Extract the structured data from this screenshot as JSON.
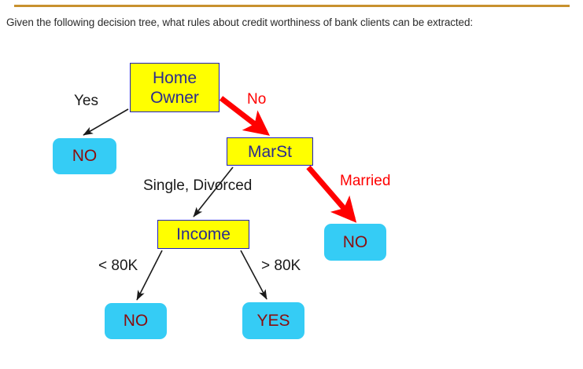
{
  "page": {
    "question": "Given the following decision tree, what rules about credit worthiness of bank clients can be extracted:",
    "divider_color": "#c8912e"
  },
  "colors": {
    "internal_node_fill": "#ffff00",
    "internal_node_border": "#2020c0",
    "internal_node_text": "#2b2b8f",
    "leaf_fill": "#35ccf5",
    "leaf_text": "#8b0d0d",
    "highlight_edge": "#ff0000",
    "normal_edge": "#1a1a1a"
  },
  "tree": {
    "title": "credit-worthiness-decision-tree",
    "nodes": [
      {
        "id": "home_owner",
        "label": "Home Owner",
        "type": "internal"
      },
      {
        "id": "marst",
        "label": "MarSt",
        "type": "internal"
      },
      {
        "id": "income",
        "label": "Income",
        "type": "internal"
      },
      {
        "id": "leaf_yes_no",
        "label": "NO",
        "type": "leaf"
      },
      {
        "id": "leaf_married_no",
        "label": "NO",
        "type": "leaf"
      },
      {
        "id": "leaf_low_no",
        "label": "NO",
        "type": "leaf"
      },
      {
        "id": "leaf_high_yes",
        "label": "YES",
        "type": "leaf"
      }
    ],
    "edges": [
      {
        "from": "home_owner",
        "to": "leaf_yes_no",
        "label": "Yes",
        "style": "normal"
      },
      {
        "from": "home_owner",
        "to": "marst",
        "label": "No",
        "style": "highlight"
      },
      {
        "from": "marst",
        "to": "income",
        "label": "Single, Divorced",
        "style": "normal"
      },
      {
        "from": "marst",
        "to": "leaf_married_no",
        "label": "Married",
        "style": "highlight"
      },
      {
        "from": "income",
        "to": "leaf_low_no",
        "label": "< 80K",
        "style": "normal"
      },
      {
        "from": "income",
        "to": "leaf_high_yes",
        "label": "> 80K",
        "style": "normal"
      }
    ]
  }
}
